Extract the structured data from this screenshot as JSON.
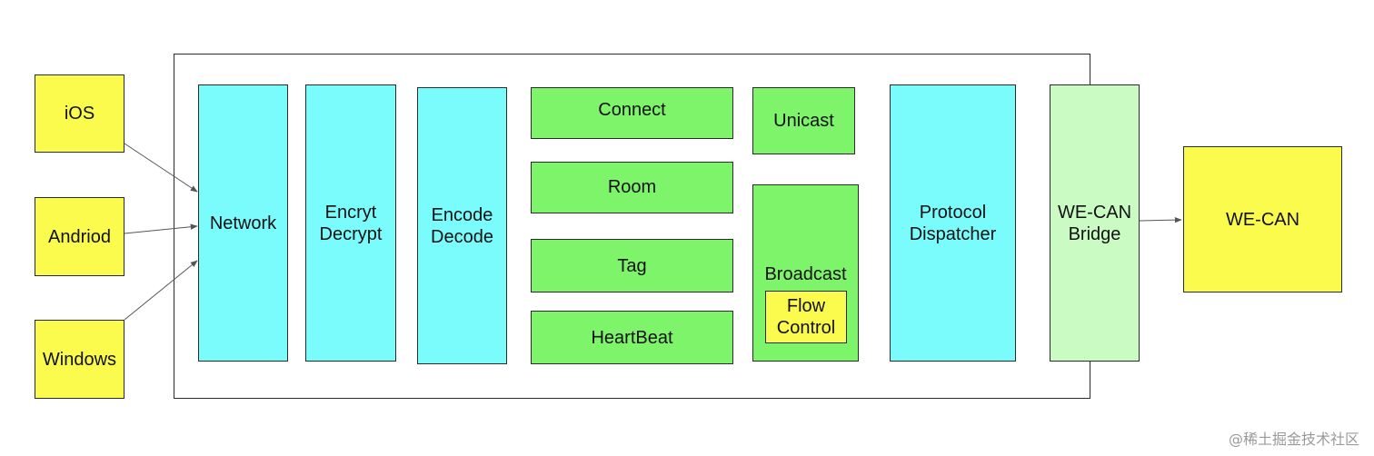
{
  "clients": {
    "ios": "iOS",
    "android": "Andriod",
    "windows": "Windows"
  },
  "modules": {
    "network": "Network",
    "encrypt": "Encryt\nDecrypt",
    "encode": "Encode\nDecode",
    "connect": "Connect",
    "room": "Room",
    "tag": "Tag",
    "heartbeat": "HeartBeat",
    "unicast": "Unicast",
    "broadcast": "Broadcast",
    "flow_control": "Flow\nControl",
    "dispatcher": "Protocol\nDispatcher",
    "bridge": "WE-CAN\nBridge"
  },
  "target": "WE-CAN",
  "watermark": "@稀土掘金技术社区",
  "colors": {
    "client": "#fbfb4e",
    "core": "#7afcfc",
    "feature": "#7ef46b",
    "bridge": "#c9fbc2"
  }
}
